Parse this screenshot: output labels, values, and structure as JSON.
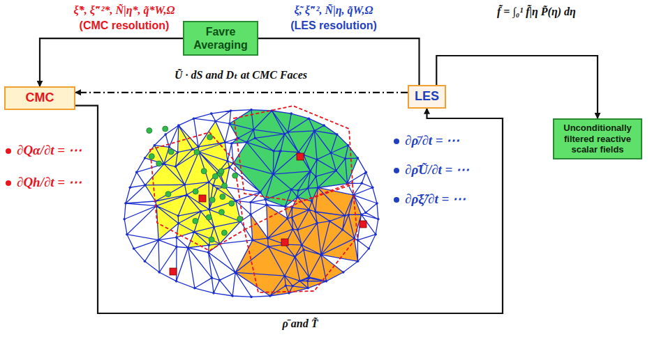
{
  "diagram": {
    "nodes": [
      {
        "text": [
          "Favre Averaging"
        ]
      },
      {
        "text": [
          "CMC"
        ]
      },
      {
        "text": [
          "LES"
        ]
      },
      {
        "text": [
          "Unconditionally filtered reactive scalar fields"
        ]
      }
    ],
    "edges": [
      {
        "from": 2,
        "to": 0,
        "arrow": "none"
      },
      {
        "from": 0,
        "to": 1,
        "arrow": "to"
      },
      {
        "from": 2,
        "to": 3,
        "arrow": "to"
      },
      {
        "from": 1,
        "to": 2,
        "arrow": "to",
        "label": "ρ̄ and T̃"
      },
      {
        "from": 2,
        "to": 1,
        "arrow": "to",
        "label": "Ũ · dS and Dₜ at CMC Faces"
      }
    ],
    "labels": [
      "ξ̃*, ξ̃″²*, Ñ|η*, q̃*W,Ω",
      "(CMC resolution)",
      "ξ̃, ξ̃″², Ñ|η, q̃W,Ω",
      "(LES resolution)",
      "f̃ = ∫₀¹ f̃|η P̃(η) dη",
      "∂Qα/∂t = ⋯",
      "∂Qh/∂t = ⋯",
      "∂ρ̄/∂t = ⋯",
      "∂ρ̄Ũ/∂t = ⋯",
      "∂ρ̄ξ̃/∂t = ⋯"
    ]
  }
}
